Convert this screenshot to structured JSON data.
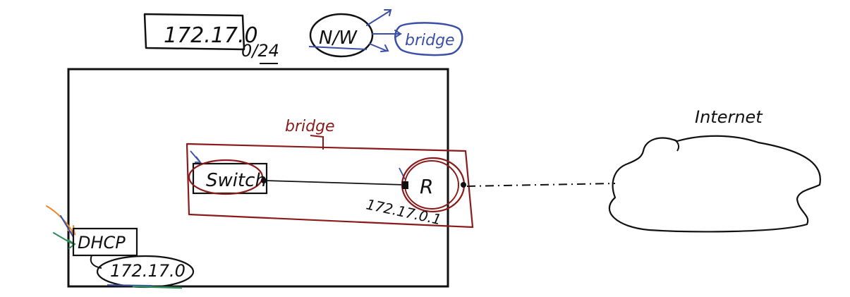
{
  "labels": {
    "subnet_ip": "172.17.0",
    "subnet_mask": "0/24",
    "network": "N/W",
    "network_type": "bridge",
    "bridge": "bridge",
    "switch": "Switch",
    "router": "R",
    "gateway_ip": "172.17.0.1",
    "internet": "Internet",
    "dhcp": "DHCP",
    "dhcp_ip": "172.17.0"
  },
  "colors": {
    "ink": "#111111",
    "bridge_red": "#8b1a1a",
    "pen_blue": "#3a4fa8",
    "pen_orange": "#e8892a",
    "pen_green": "#2e8b57"
  }
}
